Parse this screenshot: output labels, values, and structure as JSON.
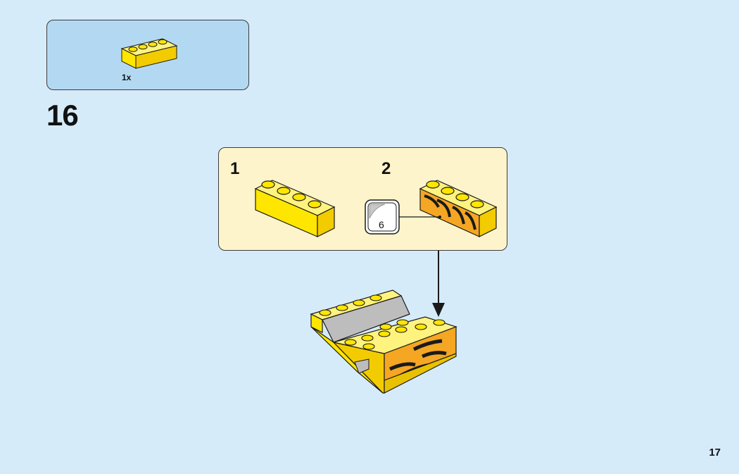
{
  "colors": {
    "background": "#d6ebfa",
    "parts_panel": "#b3d9f2",
    "substep_panel": "#fdf4cb",
    "brick_yellow": "#ffe600",
    "brick_shadow": "#e8c200",
    "outline": "#1a1a1a"
  },
  "parts_list": {
    "quantity": "1x",
    "part_icon": "brick-1x4-yellow-icon"
  },
  "step": {
    "number": "16"
  },
  "substeps": [
    {
      "label": "1",
      "part_icon": "brick-1x4-yellow-icon"
    },
    {
      "label": "2",
      "part_icon": "brick-1x4-tiger-sticker-icon"
    }
  ],
  "sticker": {
    "number": "6",
    "icon": "sticker-callout-icon"
  },
  "assembly": {
    "icon": "partial-car-body-assembly-icon",
    "arrow": "arrow-down-icon"
  },
  "page": {
    "number": "17"
  }
}
